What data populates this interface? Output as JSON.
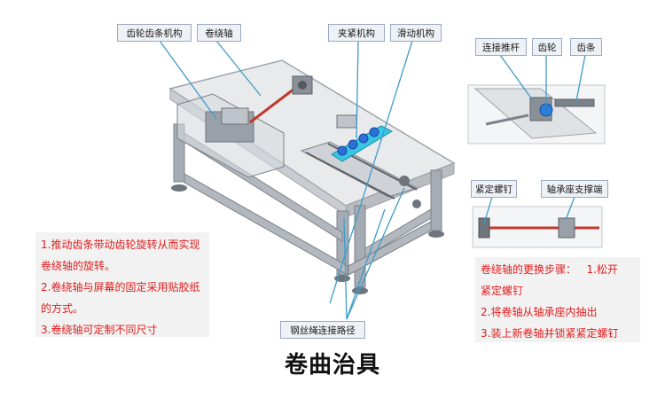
{
  "labels": {
    "rack_gear": "齿轮齿条机构",
    "roll_shaft": "卷绕轴",
    "clamp": "夹紧机构",
    "slide": "滑动机构",
    "push_rod": "连接推杆",
    "gear": "齿轮",
    "rack": "齿条",
    "set_screw": "紧定螺钉",
    "bearing_support": "轴承座支撑端",
    "wire_path": "钢丝绳连接路径"
  },
  "notes_left": [
    "1.推动齿条带动齿轮旋转从而实现",
    "卷绕轴的旋转。",
    "2.卷绕轴与屏幕的固定采用贴胶纸",
    "的方式。",
    "3.卷绕轴可定制不同尺寸"
  ],
  "notes_right": [
    "卷绕轴的更换步骤：   1.松开",
    "紧定螺钉",
    "2.将卷轴从轴承座内抽出",
    "3.装上新卷轴并锁紧紧定螺钉"
  ],
  "title": "卷曲治具",
  "colors": {
    "frame": "#9ea4ab",
    "frame_dark": "#6f757c",
    "table_top": "#e9eaec",
    "slide_blue": "#39c6e6",
    "callout_bg": "#eef1f6",
    "callout_border": "#9aa9c0",
    "leader_line": "#3f9bc9",
    "note_text": "#e11d1d"
  }
}
